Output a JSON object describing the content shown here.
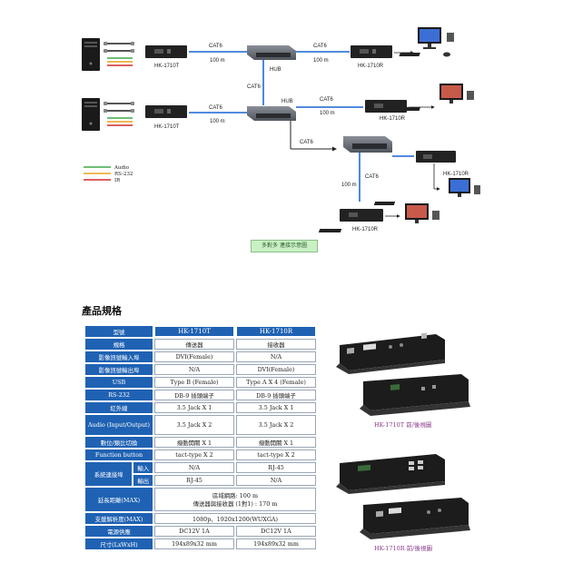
{
  "diagram": {
    "cable_label": "CAT6",
    "distance_label": "100 m",
    "hub_label": "HUB",
    "transmitter": "HK-1710T",
    "receiver": "HK-1710R",
    "legend": [
      "Audio",
      "RS-232",
      "IR"
    ],
    "legend_colors": [
      "#3ea84a",
      "#e8a21e",
      "#d22a2a"
    ],
    "caption": "多對多 連接示意圖"
  },
  "spec": {
    "section_title": "產品規格",
    "header": {
      "model_label": "型號",
      "tx": "HK-1710T",
      "rx": "HK-1710R"
    },
    "rows": [
      {
        "key": "規格",
        "tx": "傳送器",
        "rx": "接收器"
      },
      {
        "key": "影像訊號輸入埠",
        "tx": "DVI(Female)",
        "rx": "N/A"
      },
      {
        "key": "影像訊號輸出埠",
        "tx": "N/A",
        "rx": "DVI(Female)"
      },
      {
        "key": "USB",
        "tx": "Type B (Female)",
        "rx": "Type A X 4 (Female)"
      },
      {
        "key": "RS-232",
        "tx": "DB-9 插頭端子",
        "rx": "DB-9 插頭端子"
      },
      {
        "key": "紅外線",
        "tx": "3.5 Jack X 1",
        "rx": "3.5 Jack X 1"
      },
      {
        "key": "Audio (Input/Output)",
        "tx": "3.5 Jack X 2",
        "rx": "3.5 Jack X 2"
      },
      {
        "key": "數位/類比切換",
        "tx": "撥動開關 X 1",
        "rx": "撥動開關 X 1"
      },
      {
        "key": "Function button",
        "tx": "tact-type X 2",
        "rx": "tact-type X 2"
      }
    ],
    "network": {
      "key": "系統連接埠",
      "in_label": "輸入",
      "out_label": "輸出",
      "in_tx": "N/A",
      "in_rx": "RJ-45",
      "out_tx": "RJ-45",
      "out_rx": "N/A"
    },
    "distance": {
      "key": "延長距離(MAX)",
      "line1": "區域網路: 100 m",
      "line2": "傳送器與接收器 (1對1) : 170 m"
    },
    "resolution": {
      "key": "支援解析度(MAX)",
      "value": "1080p、1920x1200(WUXGA)"
    },
    "power": {
      "key": "電源供應",
      "tx": "DC12V 1A",
      "rx": "DC12V 1A"
    },
    "size": {
      "key": "尺寸(LxWxH)",
      "tx": "194x89x32 mm",
      "rx": "194x89x32 mm"
    }
  },
  "device_captions": {
    "tx": "HK-1710T 前/後視圖",
    "rx": "HK-1710R 前/後視圖"
  }
}
